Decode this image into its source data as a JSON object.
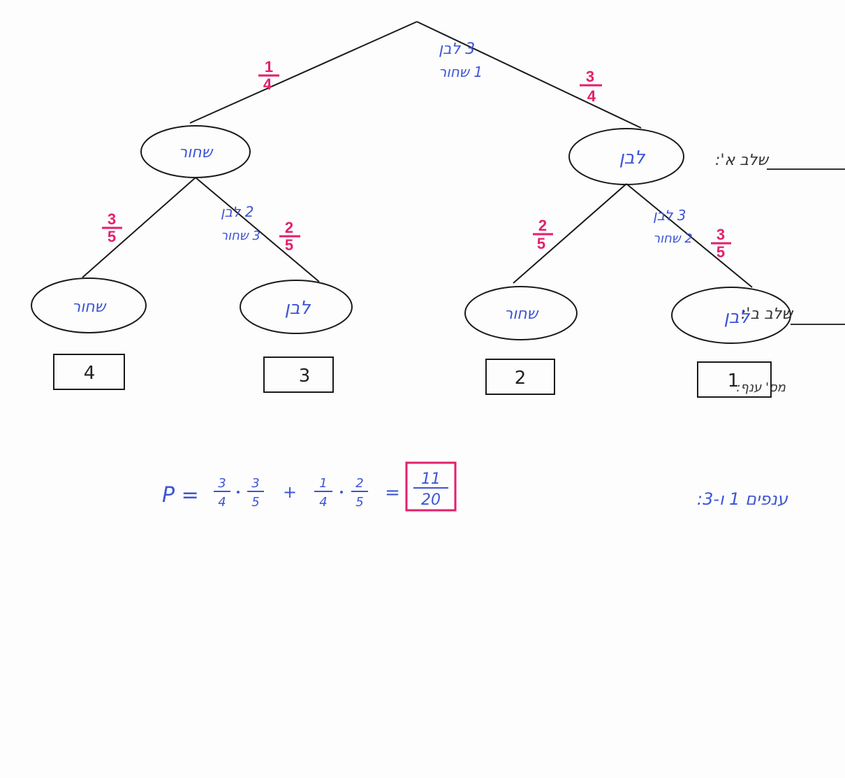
{
  "root": {
    "line1": "3 לבן",
    "line2": "1 שחור"
  },
  "level1": {
    "left": {
      "label": "שחור",
      "prob_num": "1",
      "prob_den": "4",
      "contents_line1": "2 לבן",
      "contents_line2": "3 שחור"
    },
    "right": {
      "label": "לבן",
      "prob_num": "3",
      "prob_den": "4",
      "contents_line1": "3 לבן",
      "contents_line2": "2 שחור"
    }
  },
  "leaves": [
    {
      "label": "שחור",
      "prob_num": "3",
      "prob_den": "5",
      "branch": "4"
    },
    {
      "label": "לבן",
      "prob_num": "2",
      "prob_den": "5",
      "branch": "3"
    },
    {
      "label": "שחור",
      "prob_num": "2",
      "prob_den": "5",
      "branch": "2"
    },
    {
      "label": "לבן",
      "prob_num": "3",
      "prob_den": "5",
      "branch": "1"
    }
  ],
  "side_labels": {
    "stage1": "שלב א':",
    "stage2": "שלב ב':",
    "branch_no": "מס' ענף:"
  },
  "formula": {
    "lhs": "P =",
    "t1n": "3",
    "t1d": "4",
    "t2n": "3",
    "t2d": "5",
    "plus": "+",
    "t3n": "1",
    "t3d": "4",
    "t4n": "2",
    "t4d": "5",
    "eq": "=",
    "rn": "11",
    "rd": "20"
  },
  "branches_note": "ענפים 1 ו-3:",
  "colors": {
    "ink": "#3d55d6",
    "prob": "#e2206c",
    "line": "#1a1a1a"
  }
}
